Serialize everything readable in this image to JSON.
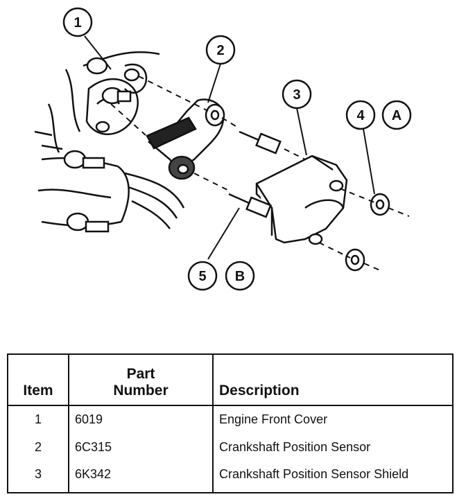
{
  "callouts": [
    {
      "id": "callout-1",
      "label": "1"
    },
    {
      "id": "callout-2",
      "label": "2"
    },
    {
      "id": "callout-3",
      "label": "3"
    },
    {
      "id": "callout-4",
      "label": "4"
    },
    {
      "id": "callout-a",
      "label": "A"
    },
    {
      "id": "callout-5",
      "label": "5"
    },
    {
      "id": "callout-b",
      "label": "B"
    }
  ],
  "table": {
    "headers": {
      "item": "Item",
      "part_number_line1": "Part",
      "part_number_line2": "Number",
      "description": "Description"
    },
    "rows": [
      {
        "item": "1",
        "part_number": "6019",
        "description": "Engine Front Cover"
      },
      {
        "item": "2",
        "part_number": "6C315",
        "description": "Crankshaft Position Sensor"
      },
      {
        "item": "3",
        "part_number": "6K342",
        "description": "Crankshaft Position Sensor Shield"
      }
    ]
  }
}
